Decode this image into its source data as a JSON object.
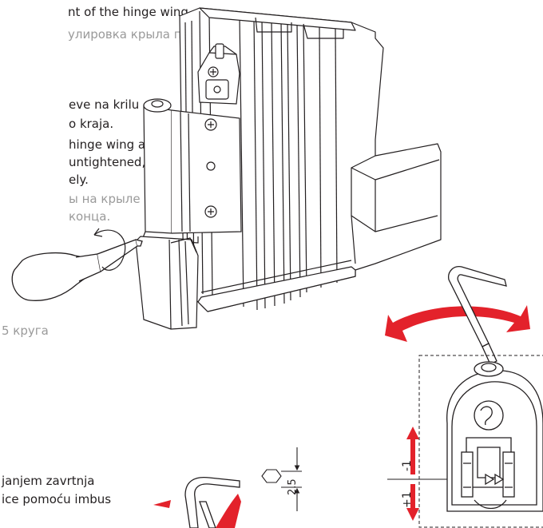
{
  "labels": {
    "hinge_wing_en_partial": "nt of the hinge wing",
    "hinge_wing_ru_partial": "улировка крыла петли",
    "screws_hr_line1": "eve na krilu",
    "screws_hr_line2": "o kraja.",
    "screws_en_line1": "hinge wing are",
    "screws_en_line2": "untightened,",
    "screws_en_line3": "ely.",
    "screws_ru_line1": "ы на крыле",
    "screws_ru_line2": "конца.",
    "turns_ru": "5 круга",
    "imbus_hr_line1": "janjem zavrtnja",
    "imbus_hr_line2": "ice pomoću imbus",
    "adjust_minus": "-1",
    "adjust_plus": "+1",
    "dimension": "2.5"
  },
  "colors": {
    "ink": "#231f20",
    "grey_text": "#9a9a9a",
    "arrow_red": "#e3222b"
  }
}
